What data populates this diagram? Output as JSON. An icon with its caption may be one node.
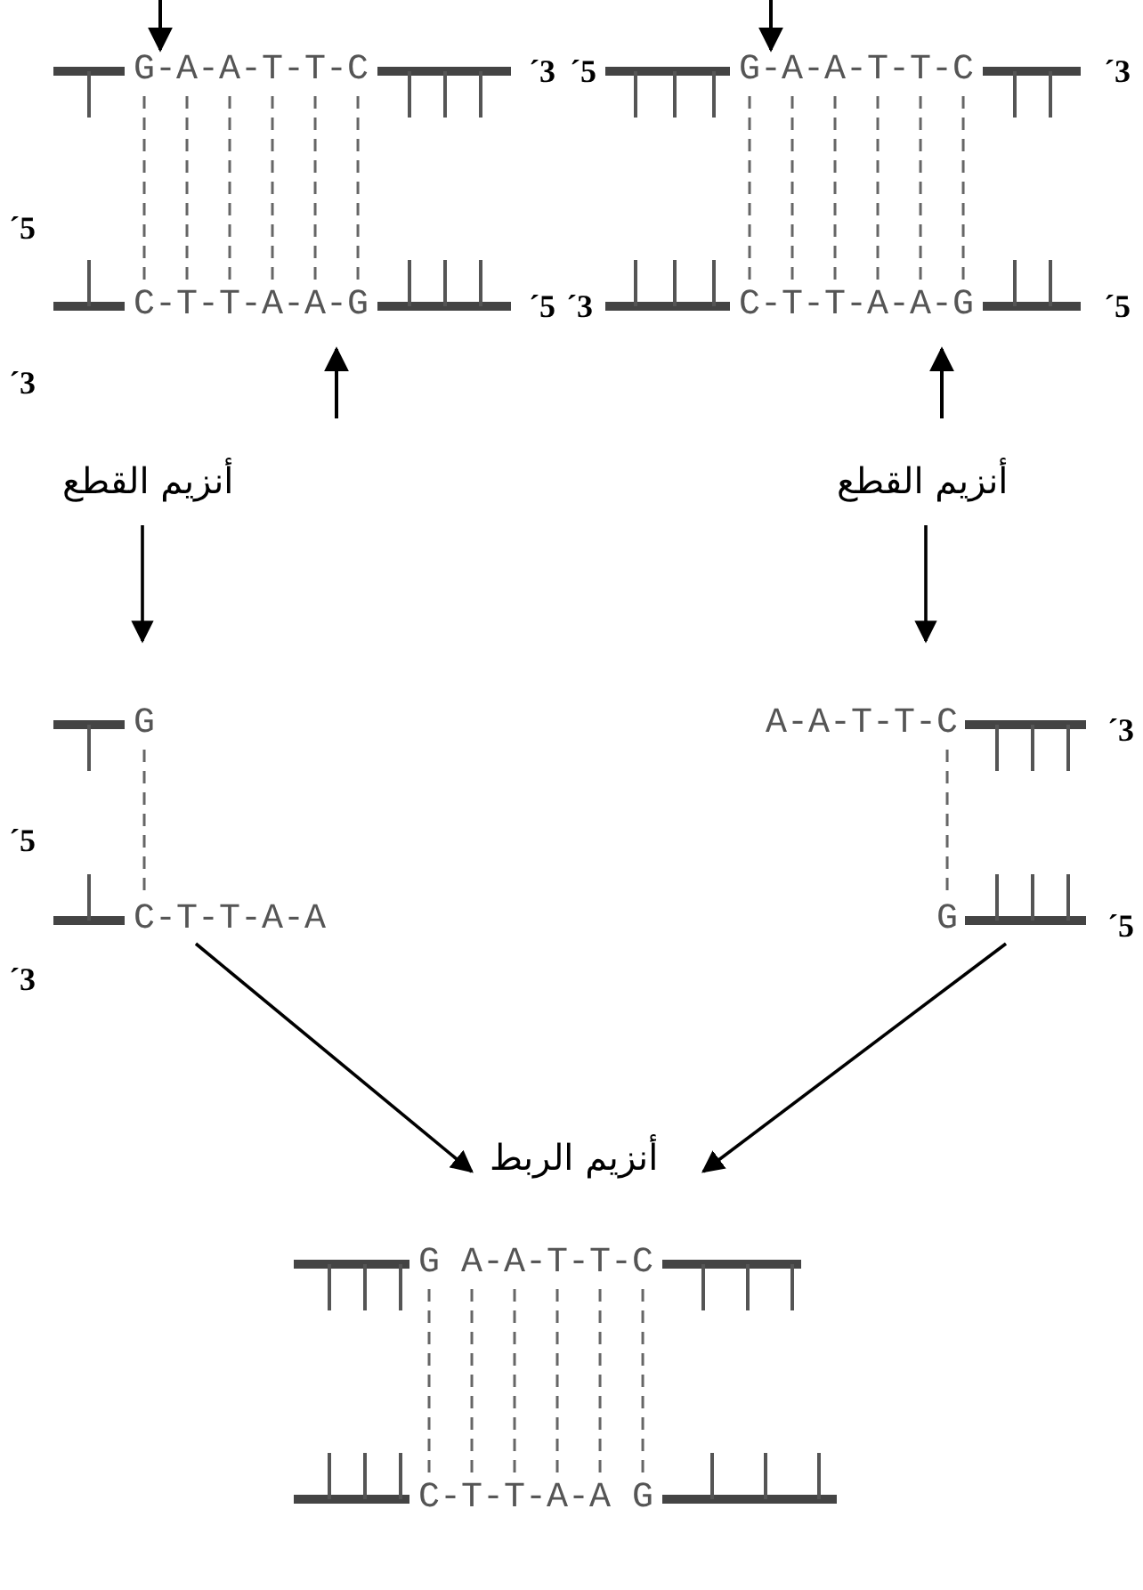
{
  "diagram": {
    "nodes": [
      {
        "text": [
          "G-A-A-T-T-C",
          "C-T-T-A-A-G"
        ]
      },
      {
        "text": [
          "G-A-A-T-T-C",
          "C-T-T-A-A-G"
        ]
      },
      {
        "text": [
          "أنزيم القطع"
        ]
      },
      {
        "text": [
          "أنزيم القطع"
        ]
      },
      {
        "text": [
          "G",
          "C-T-T-A-A"
        ]
      },
      {
        "text": [
          "A-A-T-T-C",
          "G"
        ]
      },
      {
        "text": [
          "أنزيم الربط"
        ]
      },
      {
        "text": [
          "G A-A-T-T-C",
          "C-T-T-A-A G"
        ]
      }
    ],
    "edges": [
      {
        "from": 2,
        "to": 4,
        "arrow": "to"
      },
      {
        "from": 3,
        "to": 5,
        "arrow": "to"
      },
      {
        "from": 4,
        "to": 6,
        "arrow": "to"
      },
      {
        "from": 5,
        "to": 6,
        "arrow": "to"
      }
    ],
    "labels": [
      "´3",
      "´5",
      "´3",
      "´5",
      "´5",
      "´3",
      "´5",
      "´3",
      "´3",
      "´5",
      "´5",
      "´3"
    ]
  }
}
